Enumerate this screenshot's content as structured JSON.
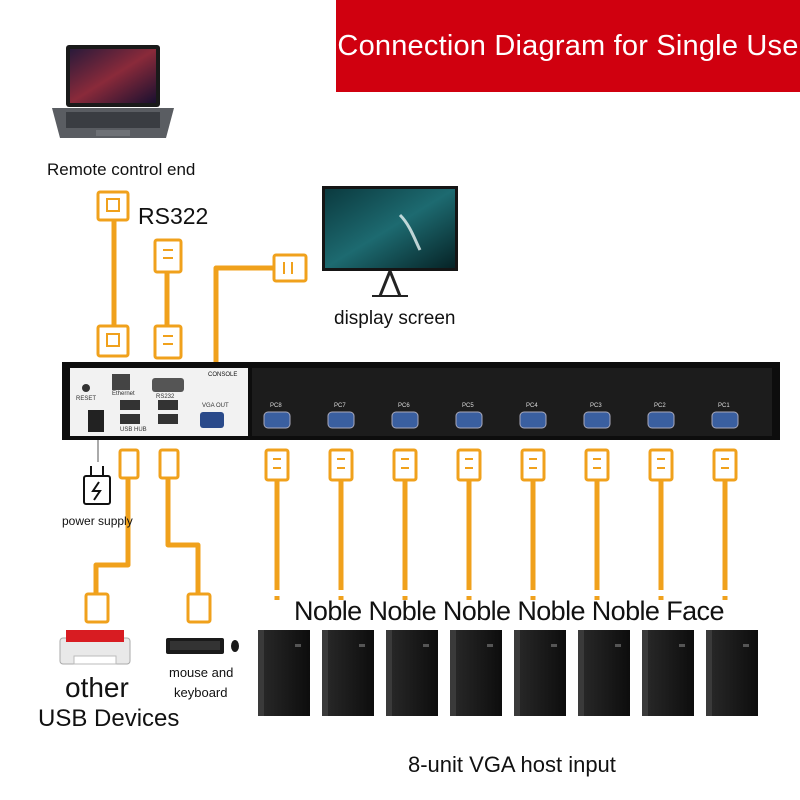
{
  "title": "Connection Diagram for Single Use",
  "remote": {
    "label": "Remote control end",
    "protocol": "RS322"
  },
  "display": {
    "label": "display screen"
  },
  "power": {
    "label": "power supply"
  },
  "usb": {
    "other_line1": "other",
    "other_line2": "USB Devices",
    "mouse_line1": "mouse and",
    "mouse_line2": "keyboard"
  },
  "hosts": {
    "banner": "Noble Noble Noble Noble Noble Face",
    "caption": "8-unit VGA host input"
  },
  "kvm": {
    "console_label": "CONSOLE",
    "vga_out_label": "VGA OUT",
    "reset_label": "RESET",
    "ethernet_label": "Ethernet",
    "usb_hub_label": "USB HUB",
    "rs232_label": "RS232",
    "pc_ports": [
      "PC8",
      "PC7",
      "PC6",
      "PC5",
      "PC4",
      "PC3",
      "PC2",
      "PC1"
    ]
  },
  "colors": {
    "accent": "#d0000f",
    "wire": "#f0a11c",
    "device": "#111111"
  }
}
